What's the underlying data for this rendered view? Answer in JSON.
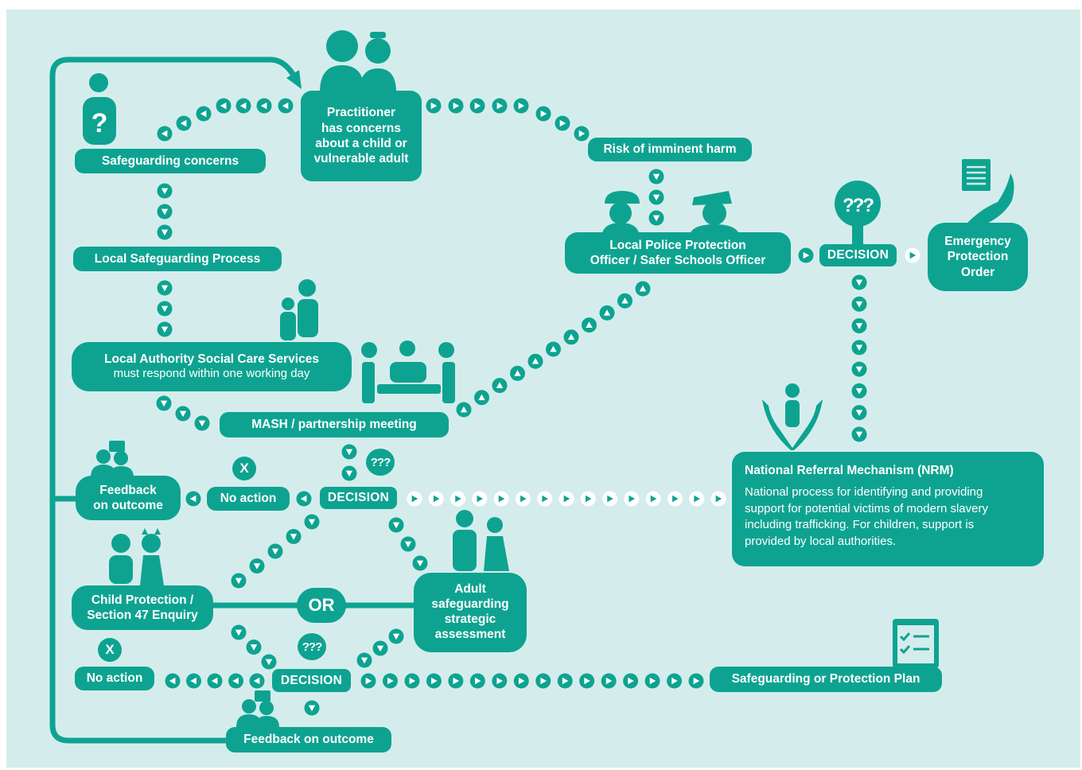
{
  "colors": {
    "background": "#d4edec",
    "primary": "#0ea391",
    "text_on_primary": "#ffffff"
  },
  "nodes": {
    "practitioner": {
      "lines": [
        "Practitioner",
        "has concerns",
        "about a child or",
        "vulnerable adult"
      ]
    },
    "safeguarding_concerns": "Safeguarding concerns",
    "local_safeguarding_process": "Local Safeguarding Process",
    "local_authority": {
      "title": "Local Authority Social Care Services",
      "subtitle": "must respond within one working day"
    },
    "mash": "MASH / partnership meeting",
    "risk_of_imminent_harm": "Risk of imminent harm",
    "police": {
      "lines": [
        "Local Police Protection",
        "Officer / Safer Schools Officer"
      ]
    },
    "emergency_protection_order": {
      "lines": [
        "Emergency",
        "Protection",
        "Order"
      ]
    },
    "nrm": {
      "title": "National Referral Mechanism (NRM)",
      "lines": [
        "National process for identifying and providing",
        "support for potential victims of modern slavery",
        "including trafficking. For children, support is",
        "provided by local authorities."
      ]
    },
    "feedback_top": {
      "lines": [
        "Feedback",
        "on outcome"
      ]
    },
    "no_action_top": "No action",
    "child_protection": {
      "lines": [
        "Child Protection /",
        "Section 47 Enquiry"
      ]
    },
    "adult_safeguarding": {
      "lines": [
        "Adult",
        "safeguarding",
        "strategic",
        "assessment"
      ]
    },
    "no_action_bottom": "No action",
    "safeguarding_plan": "Safeguarding or Protection Plan",
    "feedback_bottom": "Feedback on outcome"
  },
  "labels": {
    "decision": "DECISION",
    "or": "OR",
    "x": "X",
    "question_marks": "???",
    "question_mark": "?"
  },
  "icons": [
    "question-person-icon",
    "practitioner-icon",
    "police-officers-icon",
    "decision-bubble-icon",
    "document-hand-icon",
    "family-icon",
    "meeting-table-icon",
    "hands-person-icon",
    "feedback-people-icon",
    "children-icon",
    "adults-icon",
    "checklist-icon"
  ]
}
